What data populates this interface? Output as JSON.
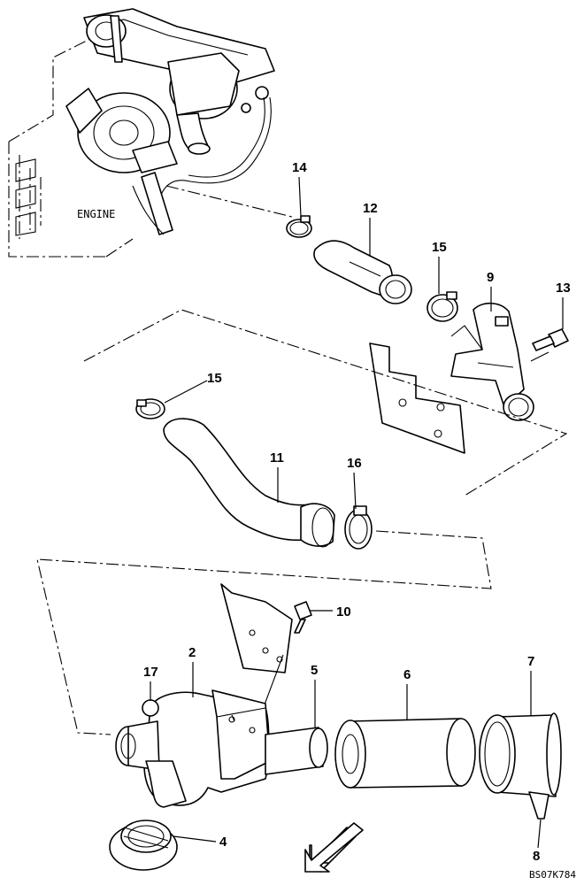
{
  "engine_label": "ENGINE",
  "drawing_code": "BS07K784",
  "callouts": {
    "c2": "2",
    "c4": "4",
    "c5": "5",
    "c6": "6",
    "c7": "7",
    "c8": "8",
    "c9": "9",
    "c10": "10",
    "c11": "11",
    "c12": "12",
    "c13": "13",
    "c14": "14",
    "c15a": "15",
    "c15b": "15",
    "c16": "16",
    "c17": "17"
  }
}
